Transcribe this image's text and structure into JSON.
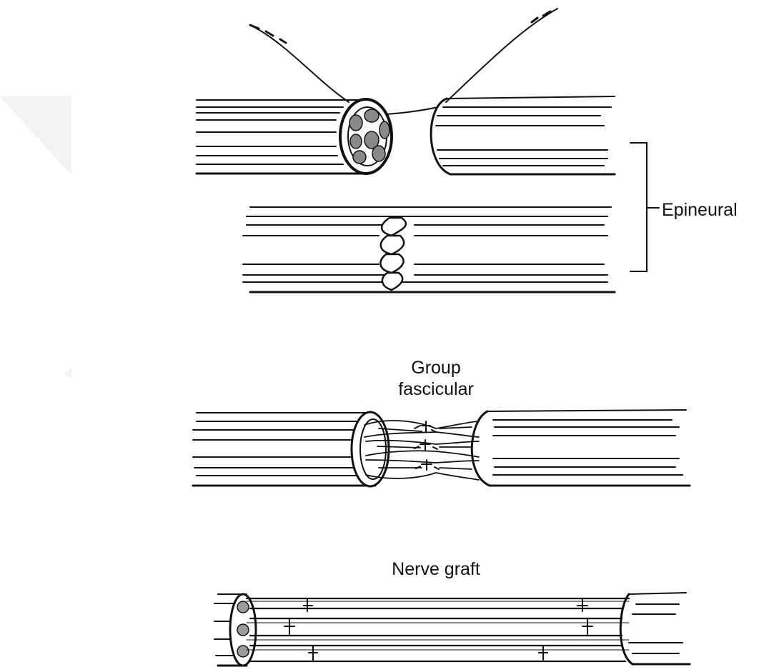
{
  "labels": {
    "epineural": "Epineural",
    "group_fascicular_line1": "Group",
    "group_fascicular_line2": "fascicular",
    "nerve_graft": "Nerve graft"
  },
  "colors": {
    "ink": "#111111",
    "fascicle_fill": "#9a9a9a",
    "watermark": "#eeeeee"
  }
}
